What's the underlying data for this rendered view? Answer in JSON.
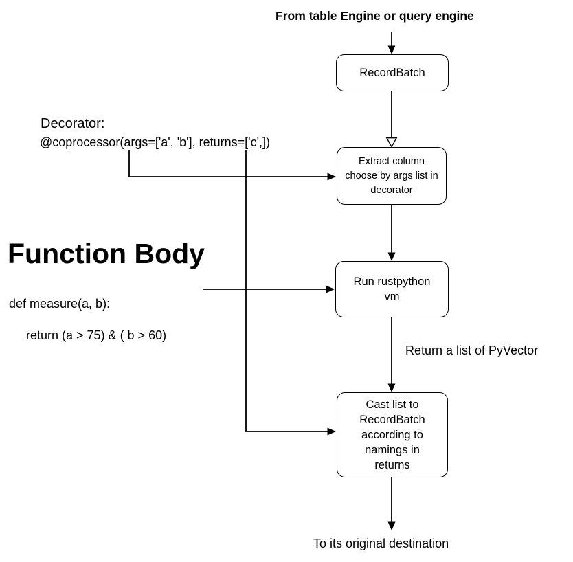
{
  "diagram": {
    "top_label": "From table Engine or query engine",
    "nodes": {
      "recordbatch": {
        "label": "RecordBatch"
      },
      "extract": {
        "label": "Extract column\nchoose by args list in\ndecorator"
      },
      "run_vm": {
        "label": "Run rustpython\nvm"
      },
      "cast": {
        "label": "Cast list to\nRecordBatch\naccording to\nnamings in\nreturns"
      }
    },
    "decorator": {
      "heading": "Decorator:",
      "code_prefix": "@coprocessor(",
      "code_args": "args",
      "code_mid": "=['a', 'b'], ",
      "code_returns": "returns",
      "code_suffix": "=['c',])"
    },
    "function_body": {
      "heading": "Function Body",
      "line1": "def measure(a, b):",
      "line2": "return (a > 75) & ( b > 60)"
    },
    "edge_labels": {
      "return_pyvector": "Return a list of PyVector"
    },
    "bottom_label": "To its original destination",
    "colors": {
      "line": "#000000",
      "box_fill": "#ffffff",
      "box_border": "#000000",
      "text": "#000000",
      "background": "#ffffff"
    }
  }
}
